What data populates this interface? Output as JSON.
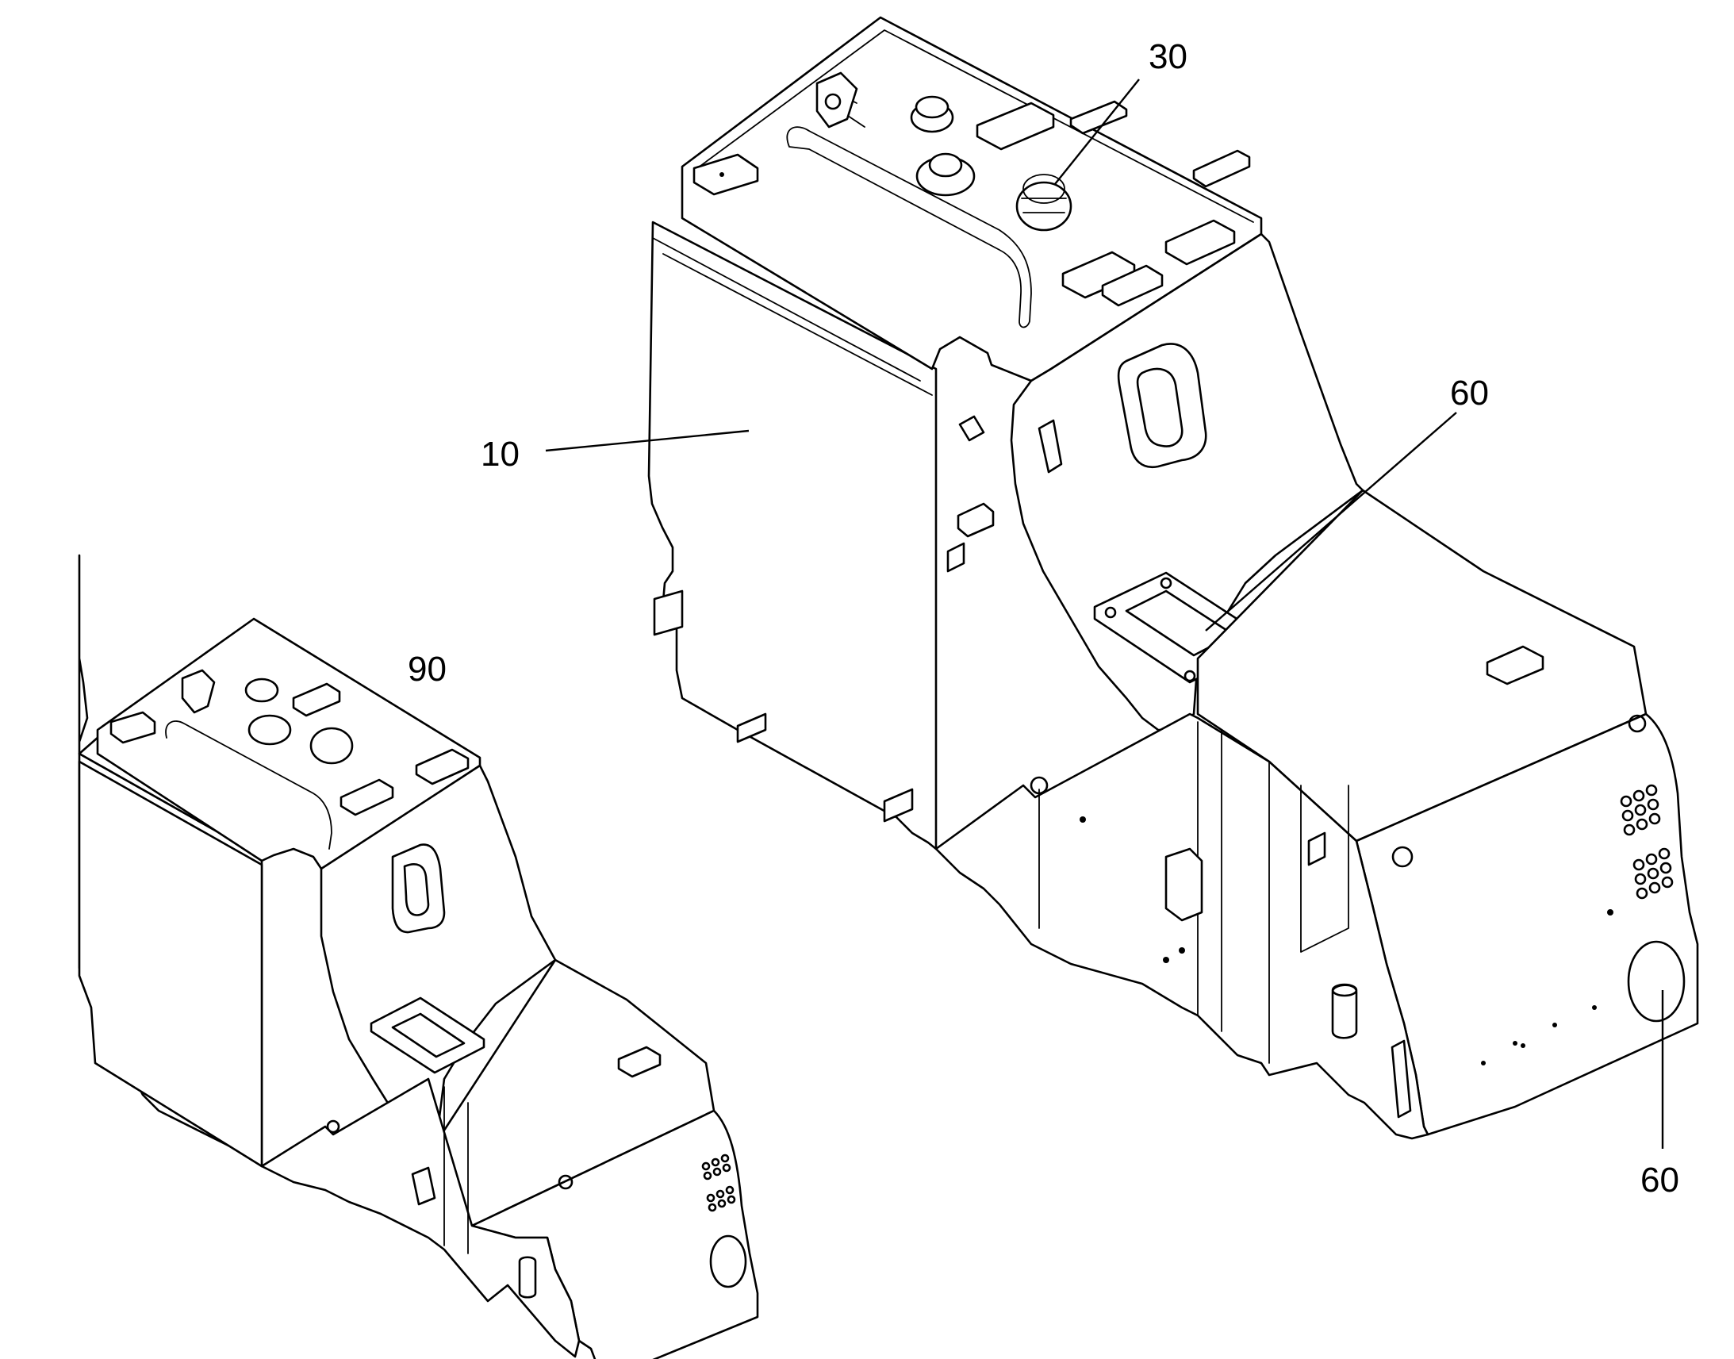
{
  "callouts": [
    {
      "id": "10",
      "text": "10"
    },
    {
      "id": "30",
      "text": "30"
    },
    {
      "id": "60a",
      "text": "60"
    },
    {
      "id": "60b",
      "text": "60"
    },
    {
      "id": "90",
      "text": "90"
    }
  ],
  "colors": {
    "line": "#000000",
    "background": "#ffffff"
  }
}
